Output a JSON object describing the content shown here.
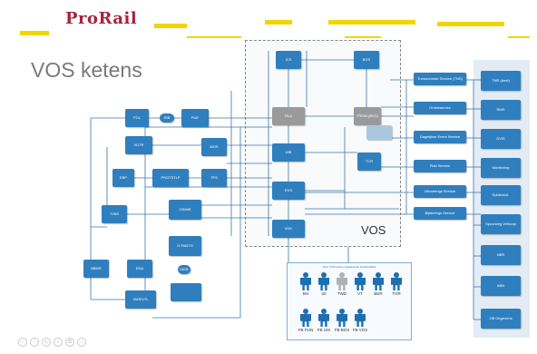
{
  "header": {
    "logo_text": "ProRail",
    "title": "VOS ketens",
    "accent_color": "#f2d400",
    "logo_color": "#a4243b"
  },
  "diagram": {
    "frame_label": "VOS",
    "box_color": "#2f7fbf",
    "boxes": {
      "ics": "ICS",
      "bgs": "BGS",
      "rla": "RLA",
      "trein": "TREIN (BGS)",
      "uib": "UIB",
      "evs": "EVS",
      "vdk": "VDK",
      "tcr": "TCR",
      "pol": "POL",
      "rib": "RIB",
      "pue": "PUE",
      "vdtr": "VDTR",
      "mos": "MOS",
      "ebp": "EBP",
      "protstlp": "PROTSTLP",
      "tps": "TPS",
      "tjns": "TJNS",
      "osimb": "OSIMB",
      "o_pantg": "O PANTG",
      "mgr": "MGR",
      "eda": "EDA",
      "bbmr": "BBMR",
      "vms_vtl": "VMS/VTL"
    },
    "services": [
      "Treinnummer Service (TNS)",
      "Ordenservice",
      "Dagelijkse Event Service",
      "Plan Service",
      "Uitvoerings Service",
      "Bijsturings Service"
    ],
    "right_column": [
      "TNR (deel)",
      "RMS",
      "DVIS",
      "Monitoring",
      "Epidemiol.",
      "Spoorweg Verkoop",
      "NBR",
      "ABN",
      "OB Gegevens"
    ],
    "panel": {
      "title": "Door VOS-teams opgeleverde functionaliteit",
      "row1": [
        "BH",
        "IZI",
        "TWD",
        "VT",
        "BER",
        "TOR"
      ],
      "row2": [
        "FB PUN",
        "FB UIS",
        "FB BGS",
        "FB VOS"
      ],
      "highlight_color": "#1c6fb0"
    }
  },
  "navigation": {
    "buttons": [
      "‹",
      "›",
      "✎",
      "⌕",
      "⧉",
      "⋯"
    ]
  }
}
